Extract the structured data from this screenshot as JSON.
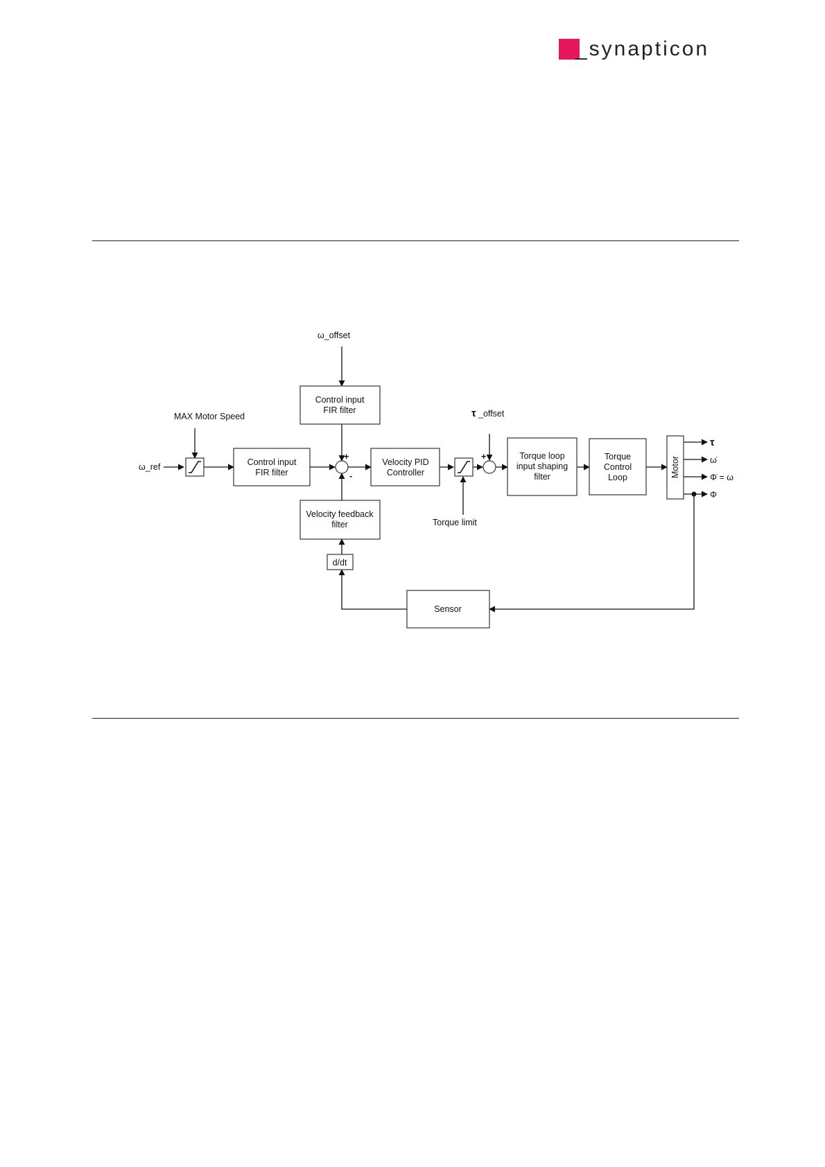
{
  "logo": {
    "text": "_synapticon",
    "accent_color": "#e8175d"
  },
  "diagram": {
    "inputs": {
      "omega_ref": "ω_ref",
      "max_motor_speed": "MAX Motor Speed",
      "omega_offset": "ω_offset",
      "tau_offset": "_offset",
      "torque_limit": "Torque limit"
    },
    "blocks": {
      "fir_filter_1": [
        "Control input",
        "FIR filter"
      ],
      "fir_filter_2": [
        "Control input",
        "FIR filter"
      ],
      "velocity_pid": [
        "Velocity PID",
        "Controller"
      ],
      "velocity_feedback": [
        "Velocity feedback",
        "filter"
      ],
      "ddt": "d/dt",
      "torque_shaping": [
        "Torque loop",
        "input shaping",
        "filter"
      ],
      "torque_control": [
        "Torque",
        "Control",
        "Loop"
      ],
      "motor": "Motor",
      "sensor": "Sensor"
    },
    "outputs": {
      "tau": "τ",
      "omega_dot": "ω̇",
      "phi_dot": "Φ̇ = ω",
      "phi": "Φ"
    },
    "signs": {
      "sum1_plus": "+",
      "sum1_minus": "-",
      "sum2_plus": "+"
    }
  }
}
